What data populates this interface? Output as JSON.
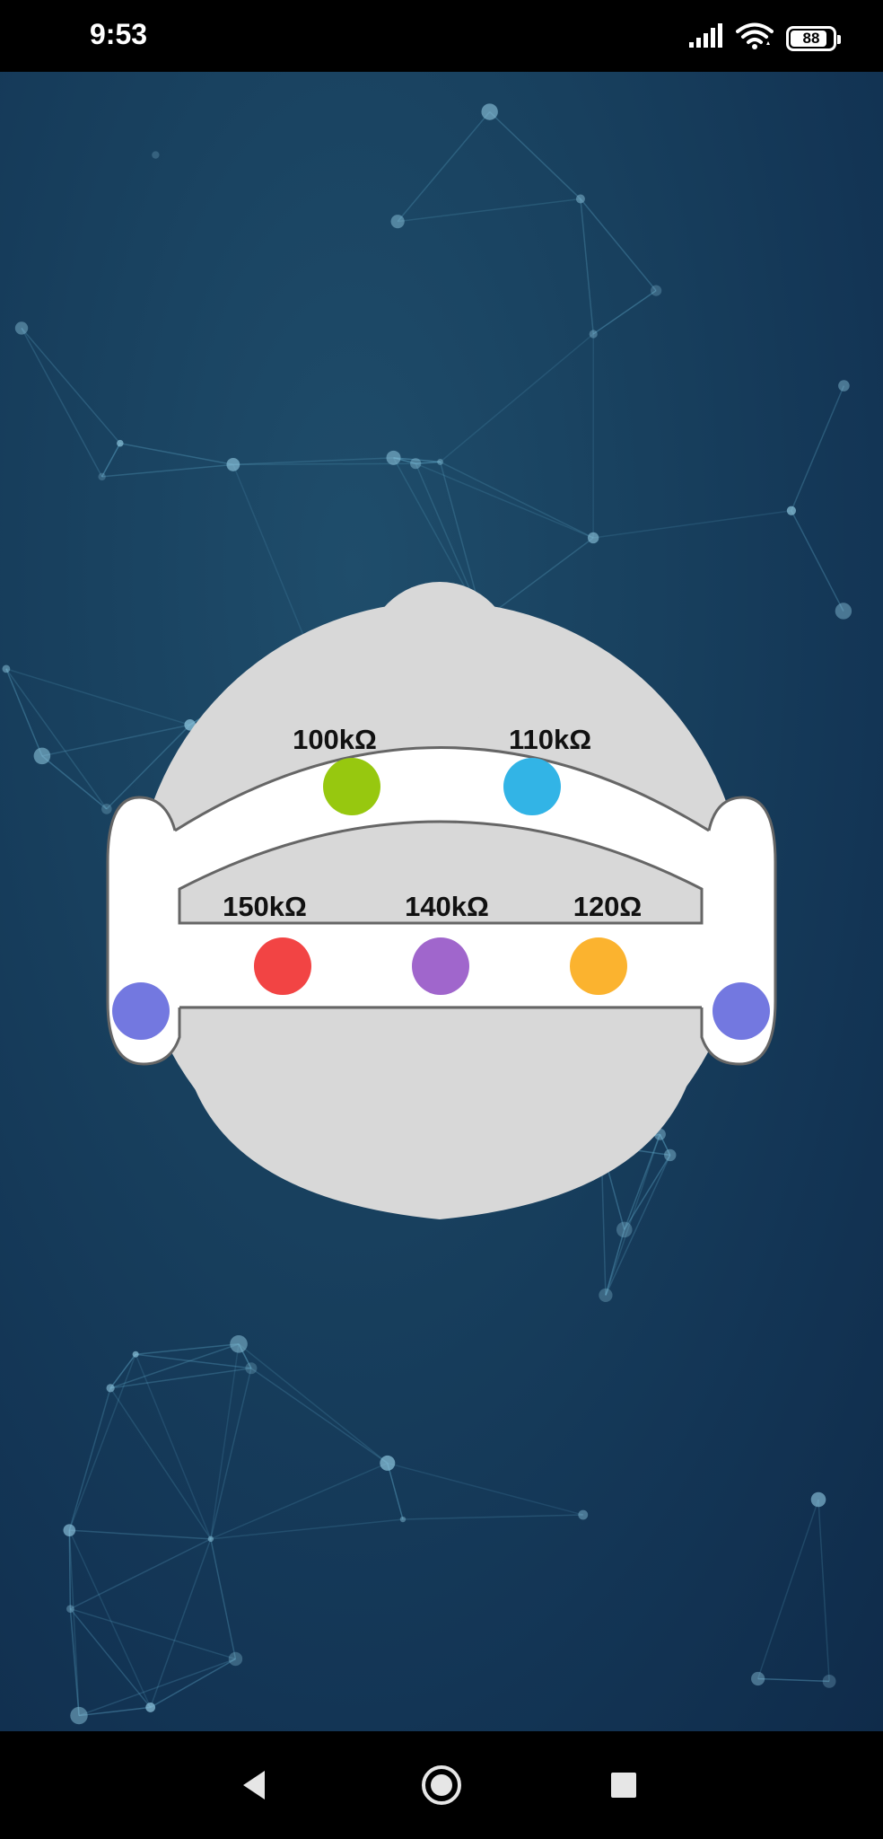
{
  "status_bar": {
    "time": "9:53",
    "battery_level": "88",
    "battery_fraction": 0.88,
    "icons": [
      "signal-icon",
      "wifi-icon",
      "battery-icon"
    ]
  },
  "electrodes": {
    "front_left": {
      "label": "100kΩ",
      "color": "#97c80f"
    },
    "front_right": {
      "label": "110kΩ",
      "color": "#32b4e6"
    },
    "mid_left": {
      "label": "150kΩ",
      "color": "#f24444"
    },
    "mid_center": {
      "label": "140kΩ",
      "color": "#a066cc"
    },
    "mid_right": {
      "label": "120Ω",
      "color": "#fbb32f"
    },
    "ear_left": {
      "color": "#7378e0"
    },
    "ear_right": {
      "color": "#7378e0"
    }
  },
  "nav_bar": {
    "icons": [
      "back-icon",
      "home-icon",
      "recents-icon"
    ]
  },
  "colors": {
    "background": "#17405e",
    "head": "#d8d8d8",
    "band": "#ffffff",
    "outline": "#666666"
  }
}
